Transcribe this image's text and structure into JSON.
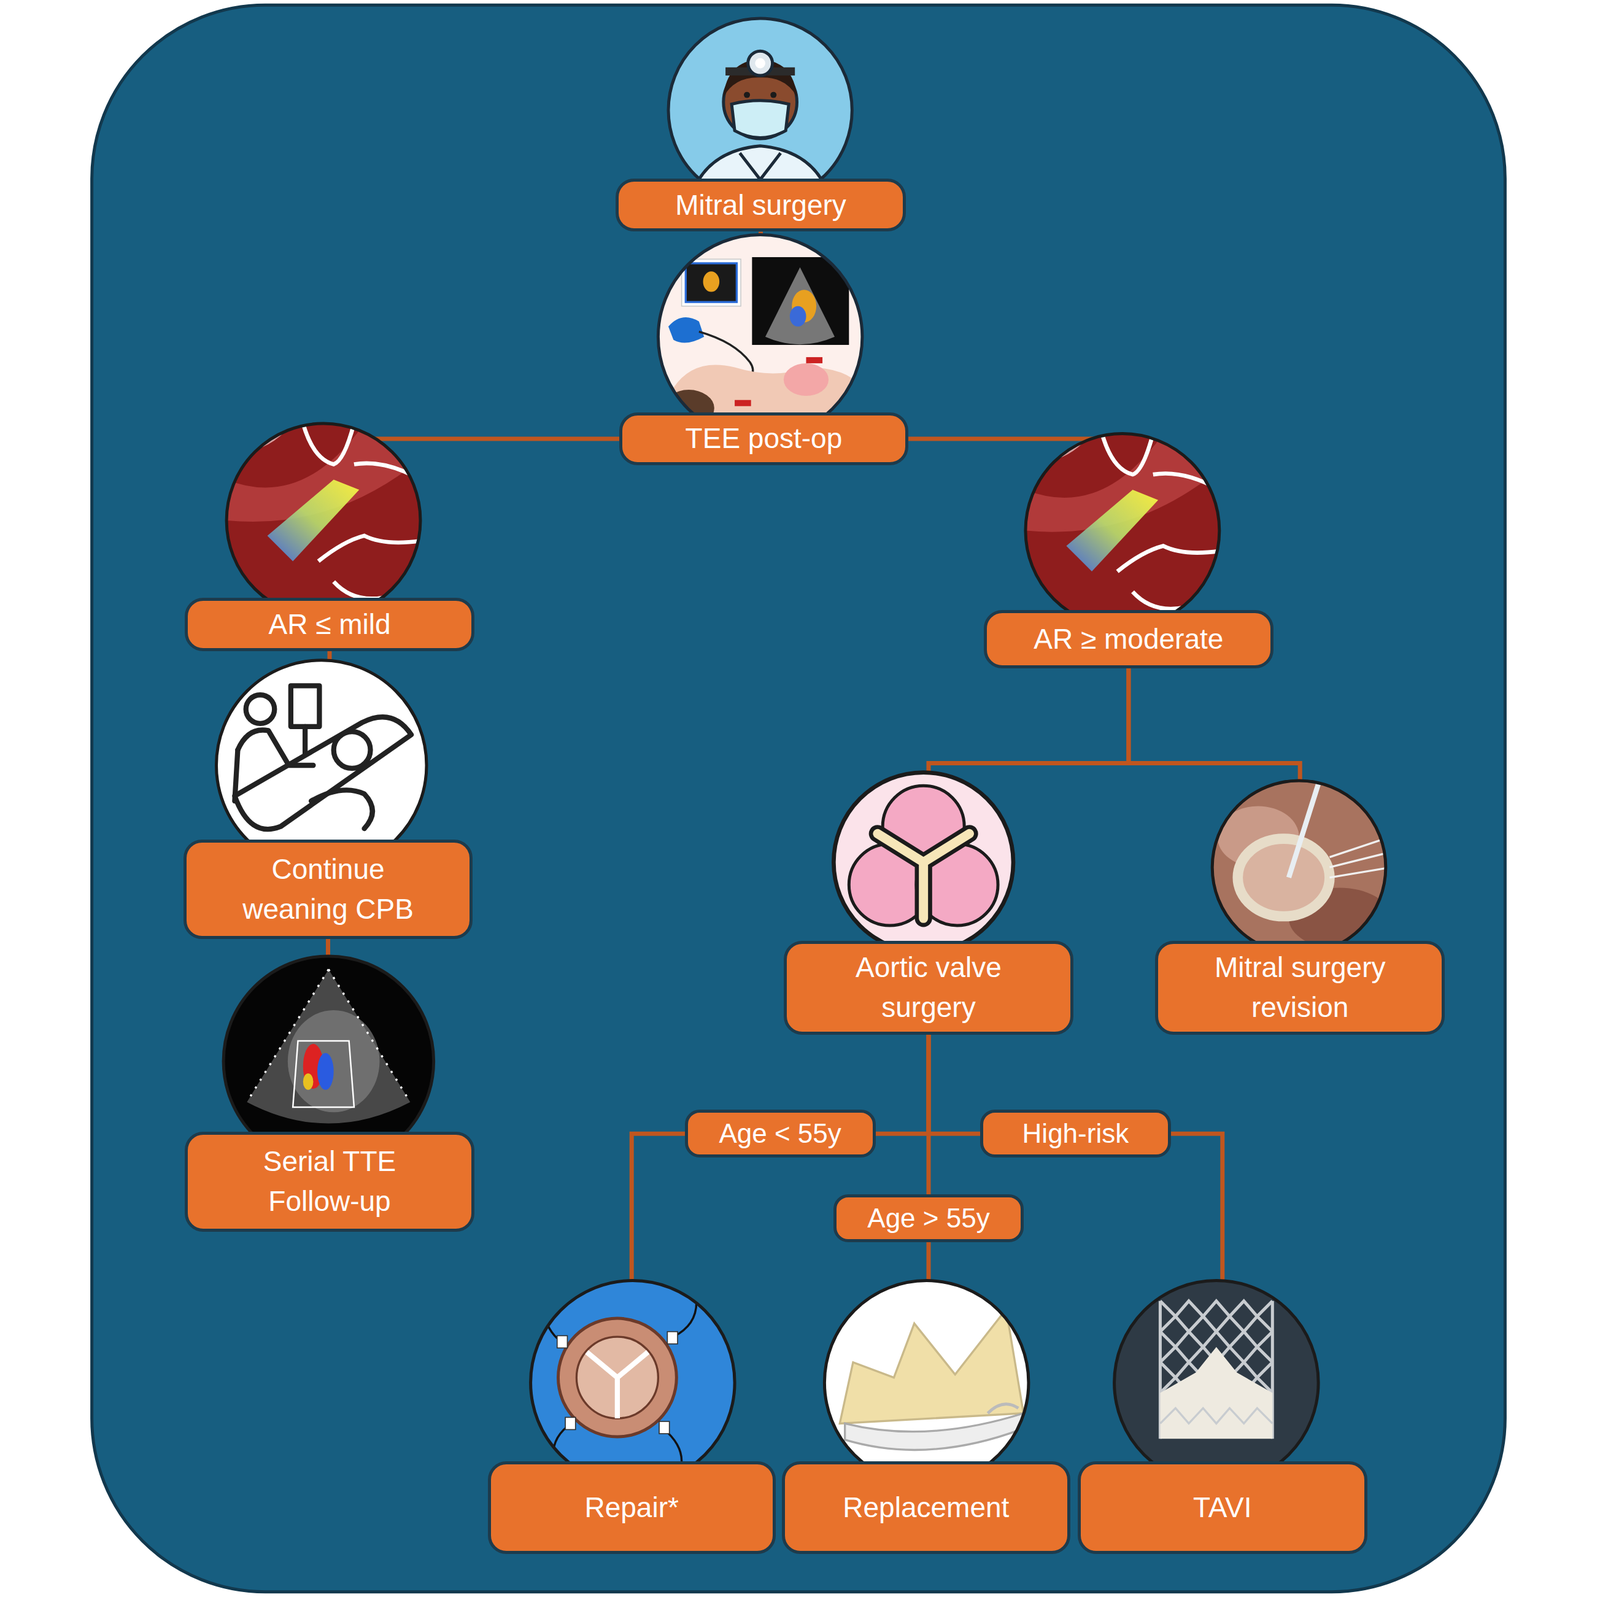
{
  "diagram": {
    "nodes": [
      {
        "text": [
          "Mitral surgery"
        ]
      },
      {
        "text": [
          "TEE post-op"
        ]
      },
      {
        "text": [
          "AR ≤ mild"
        ]
      },
      {
        "text": [
          "AR ≥ moderate"
        ]
      },
      {
        "text": [
          "Continue weaning CPB"
        ]
      },
      {
        "text": [
          "Serial TTE Follow-up"
        ]
      },
      {
        "text": [
          "Aortic valve surgery"
        ]
      },
      {
        "text": [
          "Mitral surgery revision"
        ]
      },
      {
        "text": [
          "Repair*"
        ]
      },
      {
        "text": [
          "Replacement"
        ]
      },
      {
        "text": [
          "TAVI"
        ]
      }
    ],
    "edges": [
      {
        "from": 0,
        "to": 1,
        "arrow": "none"
      },
      {
        "from": 1,
        "to": 2,
        "arrow": "none"
      },
      {
        "from": 1,
        "to": 3,
        "arrow": "none"
      },
      {
        "from": 2,
        "to": 4,
        "arrow": "none"
      },
      {
        "from": 4,
        "to": 5,
        "arrow": "none"
      },
      {
        "from": 3,
        "to": 6,
        "arrow": "none"
      },
      {
        "from": 3,
        "to": 7,
        "arrow": "none"
      },
      {
        "from": 6,
        "to": 8,
        "label": "Age < 55y",
        "arrow": "none"
      },
      {
        "from": 6,
        "to": 9,
        "label": "Age > 55y",
        "arrow": "none"
      },
      {
        "from": 6,
        "to": 10,
        "label": "High-risk",
        "arrow": "none"
      }
    ]
  }
}
